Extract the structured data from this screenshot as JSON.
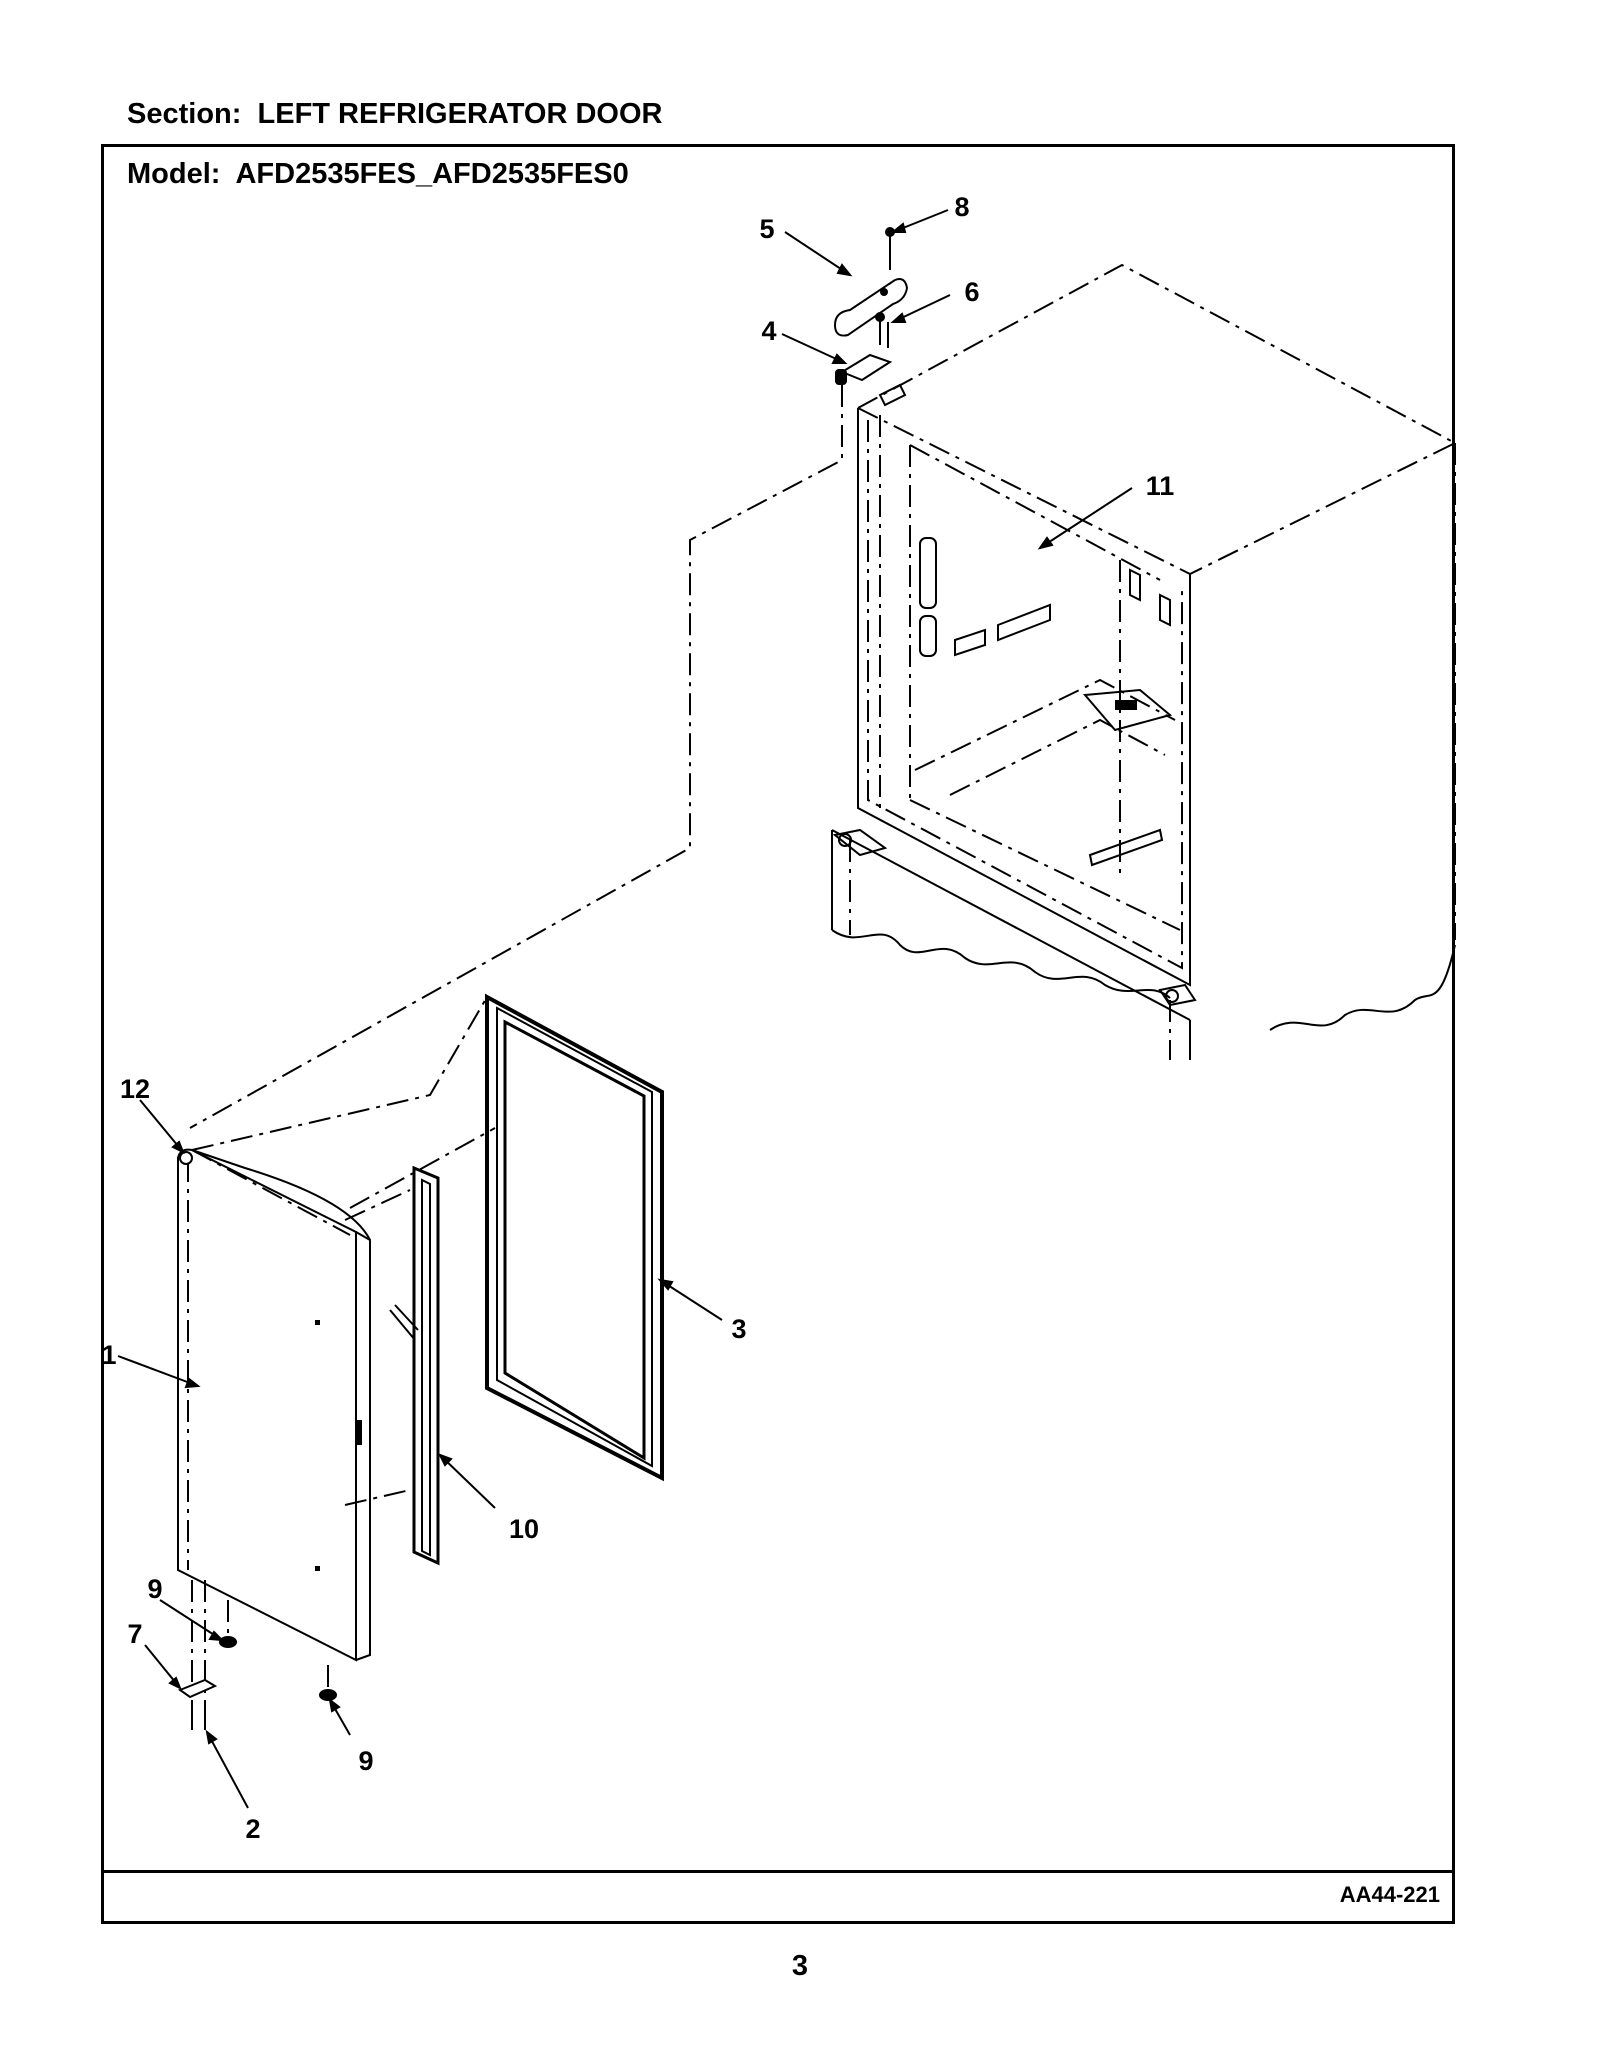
{
  "header": {
    "section": "Section:  LEFT REFRIGERATOR DOOR",
    "model": "Model:  AFD2535FES_AFD2535FES0"
  },
  "diagram": {
    "callouts": [
      {
        "id": "c1",
        "label": "1"
      },
      {
        "id": "c2",
        "label": "2"
      },
      {
        "id": "c3",
        "label": "3"
      },
      {
        "id": "c4",
        "label": "4"
      },
      {
        "id": "c5",
        "label": "5"
      },
      {
        "id": "c6",
        "label": "6"
      },
      {
        "id": "c7",
        "label": "7"
      },
      {
        "id": "c8",
        "label": "8"
      },
      {
        "id": "c9a",
        "label": "9"
      },
      {
        "id": "c9b",
        "label": "9"
      },
      {
        "id": "c10",
        "label": "10"
      },
      {
        "id": "c11",
        "label": "11"
      },
      {
        "id": "c12",
        "label": "12"
      }
    ]
  },
  "footer": {
    "drawing_id": "AA44-221",
    "page_number": "3"
  }
}
